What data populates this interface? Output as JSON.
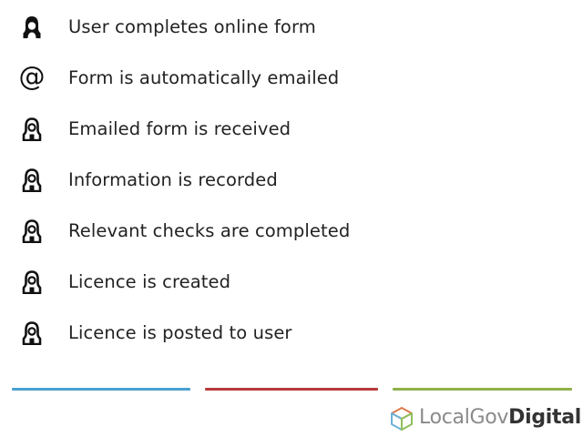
{
  "steps": [
    {
      "icon": "person-filled-icon",
      "label": "User completes online form"
    },
    {
      "icon": "at-sign-icon",
      "glyph": "@",
      "label": "Form is automatically emailed"
    },
    {
      "icon": "person-outline-icon",
      "label": "Emailed form is received"
    },
    {
      "icon": "person-outline-icon",
      "label": "Information is recorded"
    },
    {
      "icon": "person-outline-icon",
      "label": "Relevant checks are completed"
    },
    {
      "icon": "person-outline-icon",
      "label": "Licence is created"
    },
    {
      "icon": "person-outline-icon",
      "label": "Licence is posted to user"
    }
  ],
  "rules": {
    "blue": "#4a9fd4",
    "red": "#b63a3a",
    "green": "#8fb04a"
  },
  "logo": {
    "text_light": "LocalGov",
    "text_dark": "Digital",
    "icon": "cube-icon",
    "colors": [
      "#e0794c",
      "#6bb2d8",
      "#8fc05a"
    ]
  }
}
